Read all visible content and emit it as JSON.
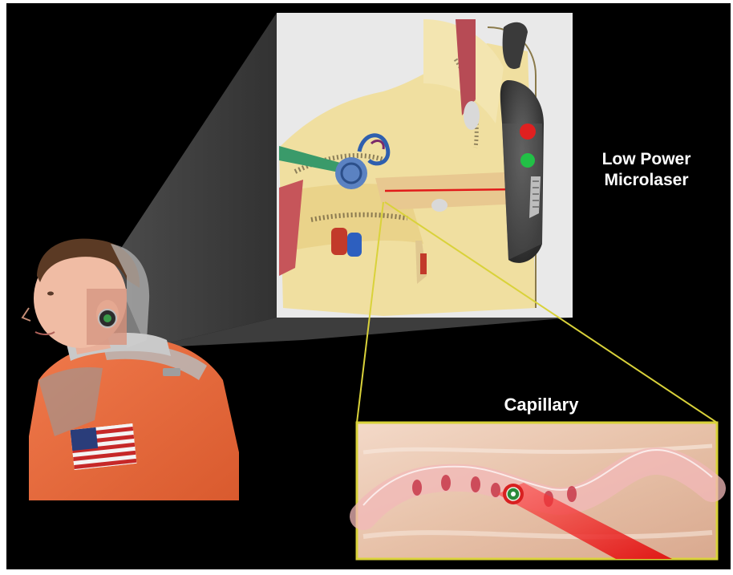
{
  "labels": {
    "microlaser": [
      "Low Power",
      "Microlaser"
    ],
    "capillary": "Capillary"
  },
  "colors": {
    "background": "#000000",
    "laser_beam": "#e11a1a",
    "callout_line": "#d9d23a",
    "device_body": "#4a4a4a",
    "indicator_red": "#e02020",
    "indicator_green": "#22c046",
    "suit_orange": "#ec6a3c"
  },
  "icons": [
    "flag-patch",
    "ear-device",
    "nanoparticle"
  ]
}
